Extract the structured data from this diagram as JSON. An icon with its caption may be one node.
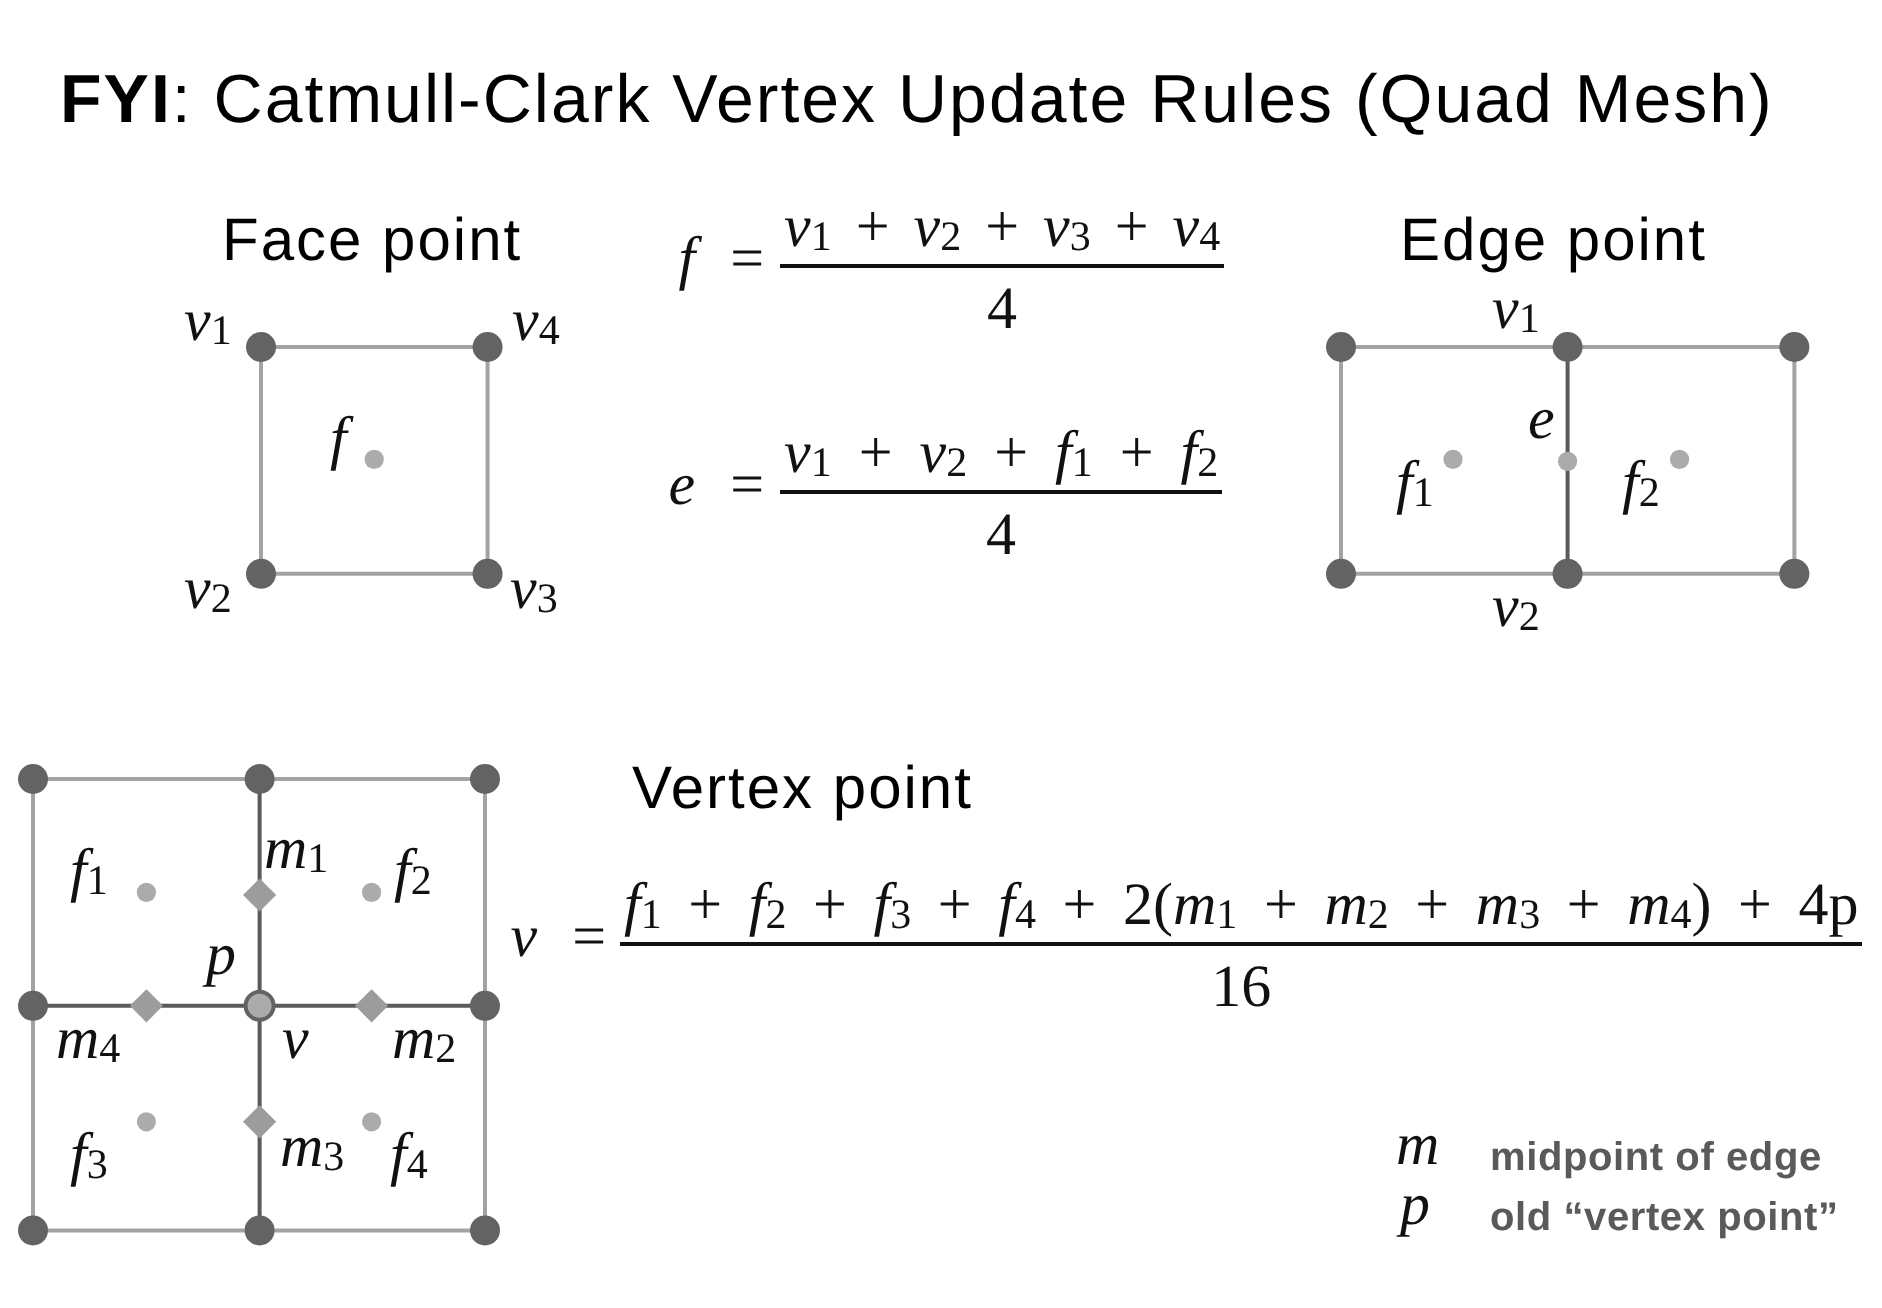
{
  "diagram": {
    "title": "**FYI**: Catmull-Clark Vertex Update Rules (Quad Mesh)",
    "labels": [
      "Face point",
      "*f* =",
      "*v*$_{1}$ + *v*$_{2}$ + *v*$_{3}$ + *v*$_{4}$",
      "4",
      "Edge point",
      "*v*$_{1}$",
      "*v*$_{4}$",
      "f",
      "*v*$_{2}$",
      "*v*$_{3}$",
      "*e* =",
      "*v*$_{1}$ + *v*$_{2}$ + *f*$_{1}$ + *f*$_{2}$",
      "4",
      "*v*$_{1}$",
      "e",
      "*f*$_{1}$",
      "*f*$_{2}$",
      "*v*$_{2}$",
      "Vertex point",
      "*f*$_{1}$",
      "*m*$_{1}$",
      "*f*$_{2}$",
      "p",
      "*v* =",
      "*f*$_{1}$ + *f*$_{2}$ + *f*$_{3}$ + *f*$_{4}$ + 2(*m*$_{1}$ + *m*$_{2}$ + *m*$_{3}$ + *m*$_{4}$) + 4p",
      "*m*$_{4}$",
      "v",
      "*m*$_{2}$",
      "16",
      "*f*$_{3}$",
      "*m*$_{3}$",
      "*f*$_{4}$",
      "m",
      "midpoint of edge",
      "p",
      "old “vertex point”"
    ]
  }
}
